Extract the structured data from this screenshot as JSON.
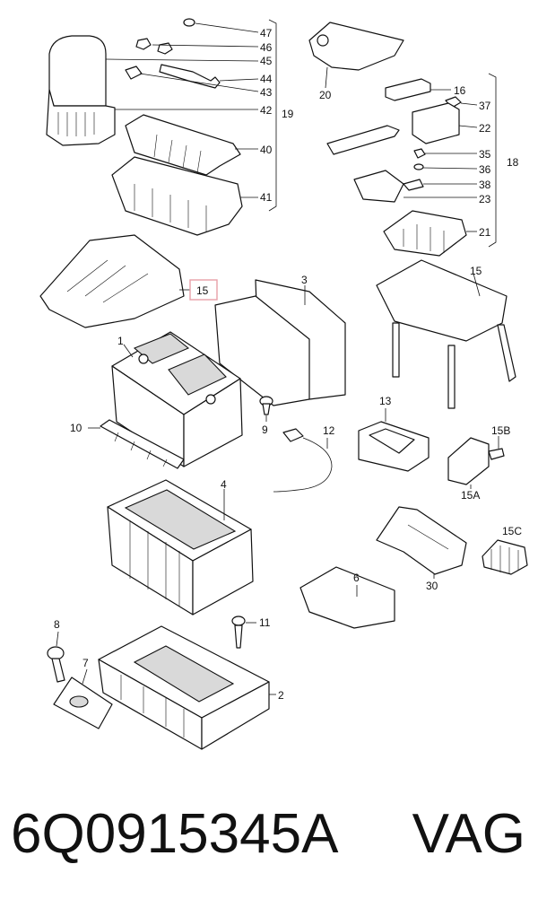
{
  "labels": {
    "l47": "47",
    "l46": "46",
    "l45": "45",
    "l44": "44",
    "l43": "43",
    "l42": "42",
    "l19": "19",
    "l40": "40",
    "l41": "41",
    "l20": "20",
    "l16": "16",
    "l37": "37",
    "l22": "22",
    "l35": "35",
    "l36": "36",
    "l18": "18",
    "l38": "38",
    "l23": "23",
    "l21": "21",
    "l15a": "15",
    "l15b": "15",
    "l3": "3",
    "l1": "1",
    "l9": "9",
    "l10": "10",
    "l13": "13",
    "l12": "12",
    "l15B": "15B",
    "l15A": "15A",
    "l4": "4",
    "l15C": "15C",
    "l30": "30",
    "l6": "6",
    "l8": "8",
    "l11": "11",
    "l7": "7",
    "l2": "2"
  },
  "footer": {
    "part_number": "6Q0915345A",
    "brand": "VAG"
  },
  "colors": {
    "highlight_box": "#e8a0a8",
    "line": "#111111",
    "shade": "#d9d9d9"
  }
}
